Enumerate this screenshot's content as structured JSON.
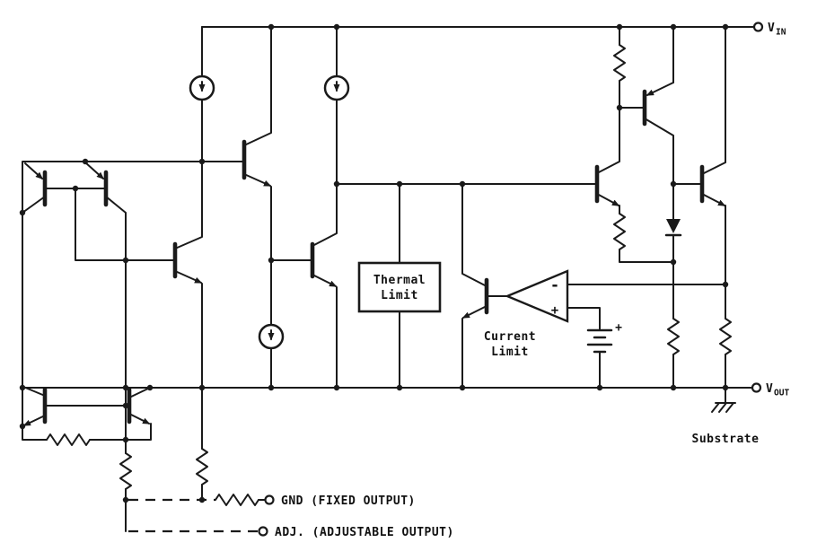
{
  "labels": {
    "vin": {
      "prefix": "V",
      "sub": "IN"
    },
    "vout": {
      "prefix": "V",
      "sub": "OUT"
    },
    "thermal_limit": {
      "line1": "Thermal",
      "line2": "Limit"
    },
    "current_limit": {
      "line1": "Current",
      "line2": "Limit"
    },
    "substrate": "Substrate",
    "gnd": "GND (FIXED OUTPUT)",
    "adj": "ADJ. (ADJUSTABLE OUTPUT)",
    "comparator_minus": "-",
    "comparator_plus": "+",
    "battery_plus": "+"
  },
  "components": {
    "current_sources": 3,
    "transistors": 11,
    "resistors": 8,
    "diodes": 1,
    "comparator": true,
    "battery_reference": true,
    "thermal_limit_block": true,
    "substrate_ground": true
  },
  "colors": {
    "line": "#1a1a1a",
    "background": "#ffffff",
    "text": "#111111"
  }
}
